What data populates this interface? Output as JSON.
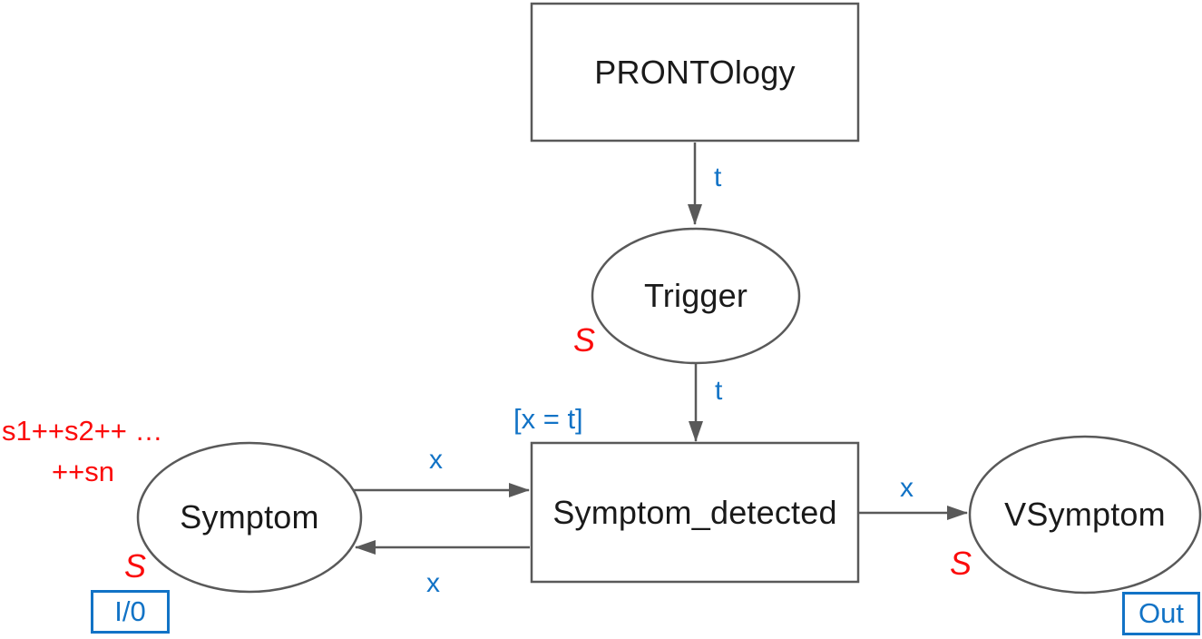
{
  "diagram_type": "colored-petri-net",
  "colors": {
    "line": "#595959",
    "node_text": "#1a1a1a",
    "annotation_blue": "#1273c6",
    "annotation_red": "#fb0b0b",
    "background": "#ffffff"
  },
  "nodes": {
    "prontology": {
      "label": "PRONTOlogy",
      "shape": "rectangle"
    },
    "trigger": {
      "label": "Trigger",
      "shape": "ellipse",
      "color_set": "S"
    },
    "symptom": {
      "label": "Symptom",
      "shape": "ellipse",
      "color_set": "S",
      "initial_marking_line1": "s1++s2++ …",
      "initial_marking_line2": "++sn",
      "port_tag": "I/0"
    },
    "symptom_detected": {
      "label": "Symptom_detected",
      "shape": "rectangle",
      "guard": "[x = t]"
    },
    "vsymptom": {
      "label": "VSymptom",
      "shape": "ellipse",
      "color_set": "S",
      "port_tag": "Out"
    }
  },
  "arcs": {
    "prontology_to_trigger": {
      "label": "t",
      "direction": "down"
    },
    "trigger_to_symptom_detected": {
      "label": "t",
      "direction": "down"
    },
    "symptom_to_symptom_detected": {
      "label": "x",
      "direction": "right"
    },
    "symptom_detected_to_symptom": {
      "label": "x",
      "direction": "left"
    },
    "symptom_detected_to_vsymptom": {
      "label": "x",
      "direction": "right"
    }
  }
}
